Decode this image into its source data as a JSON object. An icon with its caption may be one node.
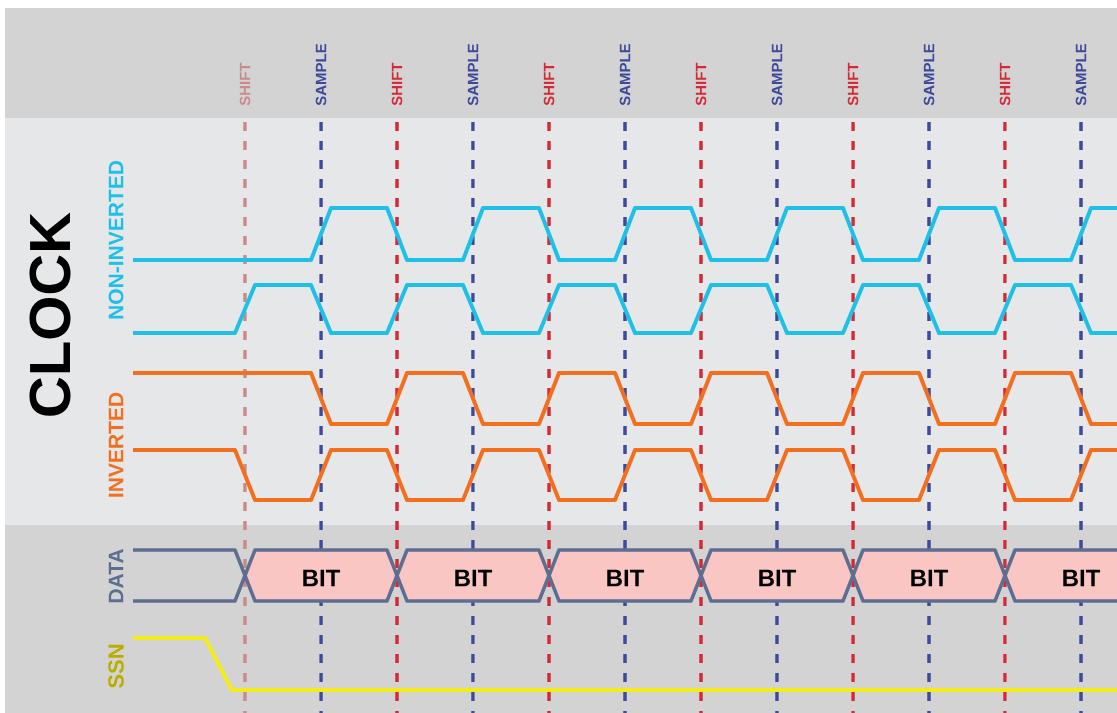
{
  "diagram": {
    "nodes": [
      {
        "text": [
          "BIT"
        ]
      },
      {
        "text": [
          "BIT"
        ]
      },
      {
        "text": [
          "BIT"
        ]
      },
      {
        "text": [
          "BIT"
        ]
      },
      {
        "text": [
          "BIT"
        ]
      },
      {
        "text": [
          "BIT"
        ]
      }
    ],
    "labels": [
      "SHIFT",
      "SAMPLE",
      "SHIFT",
      "SAMPLE",
      "SHIFT",
      "SAMPLE",
      "SHIFT",
      "SAMPLE",
      "SHIFT",
      "SAMPLE",
      "SHIFT",
      "SAMPLE",
      "CLOCK",
      "NON-INVERTED",
      "INVERTED",
      "DATA",
      "SSN"
    ]
  }
}
